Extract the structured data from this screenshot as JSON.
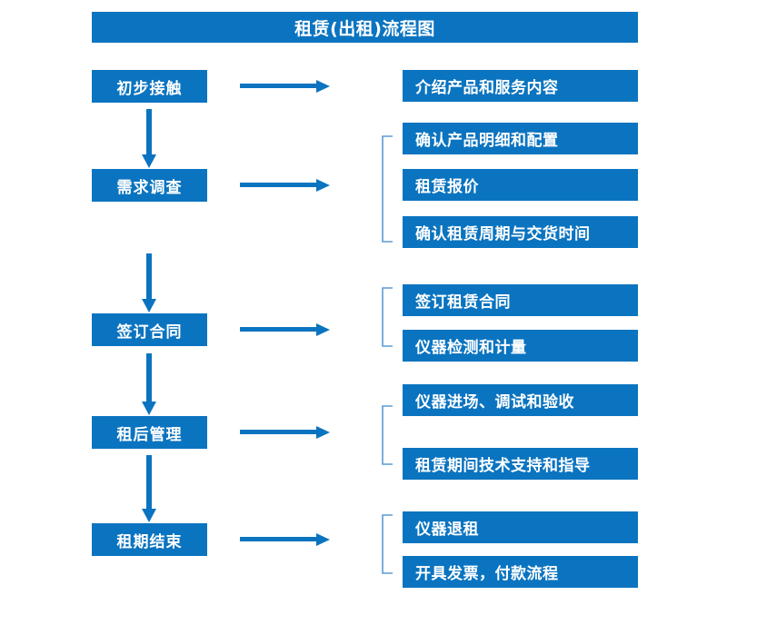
{
  "title": "租赁(出租)流程图",
  "theme": {
    "box_blue": "#0b74c0",
    "arrow_blue": "#0b74c0",
    "bracket_blue": "#5b9bd5",
    "text_white": "#ffffff",
    "background": "#ffffff"
  },
  "stages": [
    {
      "label": "初步接触"
    },
    {
      "label": "需求调查"
    },
    {
      "label": "签订合同"
    },
    {
      "label": "租后管理"
    },
    {
      "label": "租期结束"
    }
  ],
  "groups": [
    {
      "stage": "初步接触",
      "has_bracket": false,
      "items": [
        {
          "label": "介绍产品和服务内容"
        }
      ]
    },
    {
      "stage": "需求调查",
      "has_bracket": true,
      "items": [
        {
          "label": "确认产品明细和配置"
        },
        {
          "label": "租赁报价"
        },
        {
          "label": "确认租赁周期与交货时间"
        }
      ]
    },
    {
      "stage": "签订合同",
      "has_bracket": true,
      "items": [
        {
          "label": "签订租赁合同"
        },
        {
          "label": "仪器检测和计量"
        }
      ]
    },
    {
      "stage": "租后管理",
      "has_bracket": true,
      "items": [
        {
          "label": "仪器进场、调试和验收"
        },
        {
          "label": "租赁期间技术支持和指导"
        }
      ]
    },
    {
      "stage": "租期结束",
      "has_bracket": true,
      "items": [
        {
          "label": "仪器退租"
        },
        {
          "label": "开具发票，付款流程"
        }
      ]
    }
  ],
  "connectors": {
    "horizontal_arrow_count": 5,
    "vertical_arrow_count": 4
  }
}
